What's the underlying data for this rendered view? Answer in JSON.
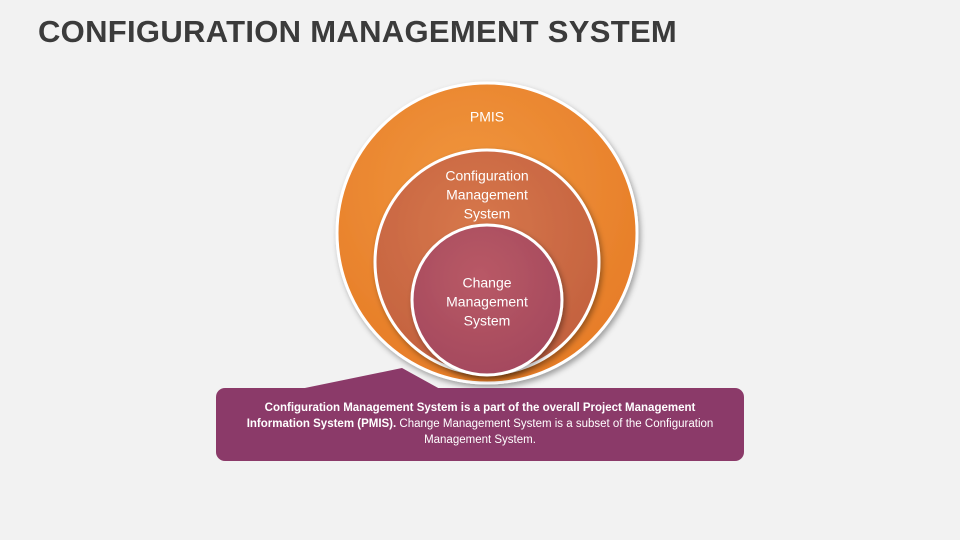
{
  "title": "CONFIGURATION MANAGEMENT SYSTEM",
  "colors": {
    "outer": "#e8822f",
    "middle": "#c96a47",
    "inner": "#ad4f62",
    "callout": "#8b3a69",
    "title": "#3b3b3b"
  },
  "circles": {
    "outer": {
      "label": [
        "PMIS"
      ]
    },
    "middle": {
      "label": [
        "Configuration",
        "Management",
        "System"
      ]
    },
    "inner": {
      "label": [
        "Change",
        "Management",
        "System"
      ]
    }
  },
  "callout": {
    "bold_text": "Configuration Management System is a part of the overall Project Management Information System (PMIS).",
    "text": " Change Management System is a subset of the Configuration Management System."
  }
}
